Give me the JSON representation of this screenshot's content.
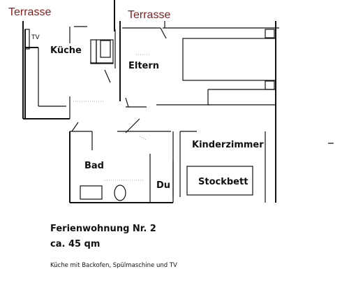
{
  "labels": {
    "terrace_left": "Terrasse",
    "terrace_right": "Terrasse",
    "tv": "TV",
    "kueche": "Küche",
    "eltern": "Eltern",
    "kinderzimmer": "Kinderzimmer",
    "bad": "Bad",
    "du": "Du",
    "stockbett": "Stockbett"
  },
  "info": {
    "title": "Ferienwohnung Nr. 2",
    "size": "ca. 45 qm",
    "note": "Küche mit Backofen, Spülmaschine und TV"
  }
}
